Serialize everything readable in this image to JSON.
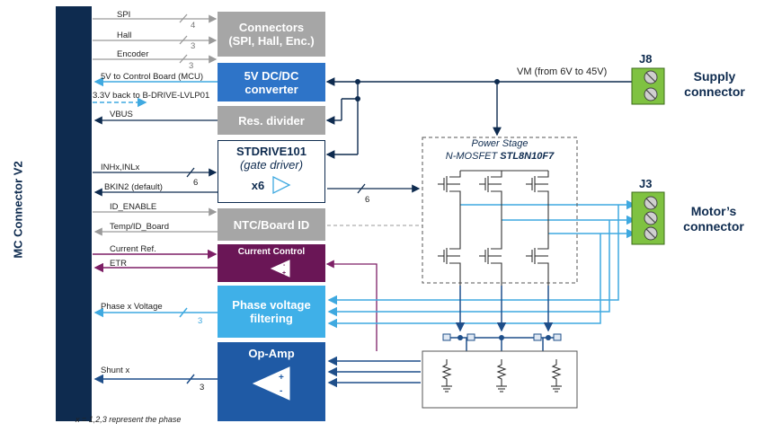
{
  "mc_connector": {
    "title": "MC Connector V2"
  },
  "signals": {
    "spi": "SPI",
    "hall": "Hall",
    "encoder": "Encoder",
    "five_v": "5V to Control Board (MCU)",
    "three_v": "3.3V back to B-DRIVE-LVLP01",
    "vbus": "VBUS",
    "inhx": "INHx,INLx",
    "bkin2": "BKIN2 (default)",
    "id_enable": "ID_ENABLE",
    "temp_id": "Temp/ID_Board",
    "current_ref": "Current Ref.",
    "etr": "ETR",
    "phase_voltage": "Phase x Voltage",
    "shunt": "Shunt x",
    "vm": "VM (from 6V to 45V)"
  },
  "bus_counts": {
    "spi": "4",
    "hall": "3",
    "encoder": "3",
    "gate_in": "6",
    "gate_out": "6",
    "phase": "3",
    "shunt": "3"
  },
  "blocks": {
    "connectors": {
      "line1": "Connectors",
      "line2": "(SPI, Hall, Enc.)"
    },
    "dcdc": {
      "line1": "5V DC/DC",
      "line2": "converter"
    },
    "res_divider": {
      "label": "Res. divider"
    },
    "stdrive": {
      "title": "STDRIVE101",
      "subtitle": "(gate driver)",
      "multiplier": "x6"
    },
    "ntc": {
      "label": "NTC/Board ID"
    },
    "current_control": {
      "label": "Current Control"
    },
    "phase_filter": {
      "line1": "Phase voltage",
      "line2": "filtering"
    },
    "opamp": {
      "label": "Op-Amp"
    }
  },
  "power_stage": {
    "title": "Power Stage",
    "subtitle_prefix": "N-MOSFET ",
    "part": "STL8N10F7"
  },
  "connectors": {
    "j8": {
      "id": "J8",
      "line1": "Supply",
      "line2": "connector"
    },
    "j3": {
      "id": "J3",
      "line1": "Motor’s",
      "line2": "connector"
    }
  },
  "footnote": "x = 1,2,3 represent the phase",
  "colors": {
    "navy": "#0e2b4f",
    "gray_block": "#a6a6a6",
    "blue_block": "#2e74c8",
    "light_blue_block": "#3fb0e8",
    "purple_block": "#6a1656",
    "opamp_block": "#1f5aa5",
    "connector_green": "#7fc241",
    "light_blue_wire": "#3fa9e0",
    "purple_wire": "#7d1f66",
    "dark_wire": "#0e2b4f"
  }
}
